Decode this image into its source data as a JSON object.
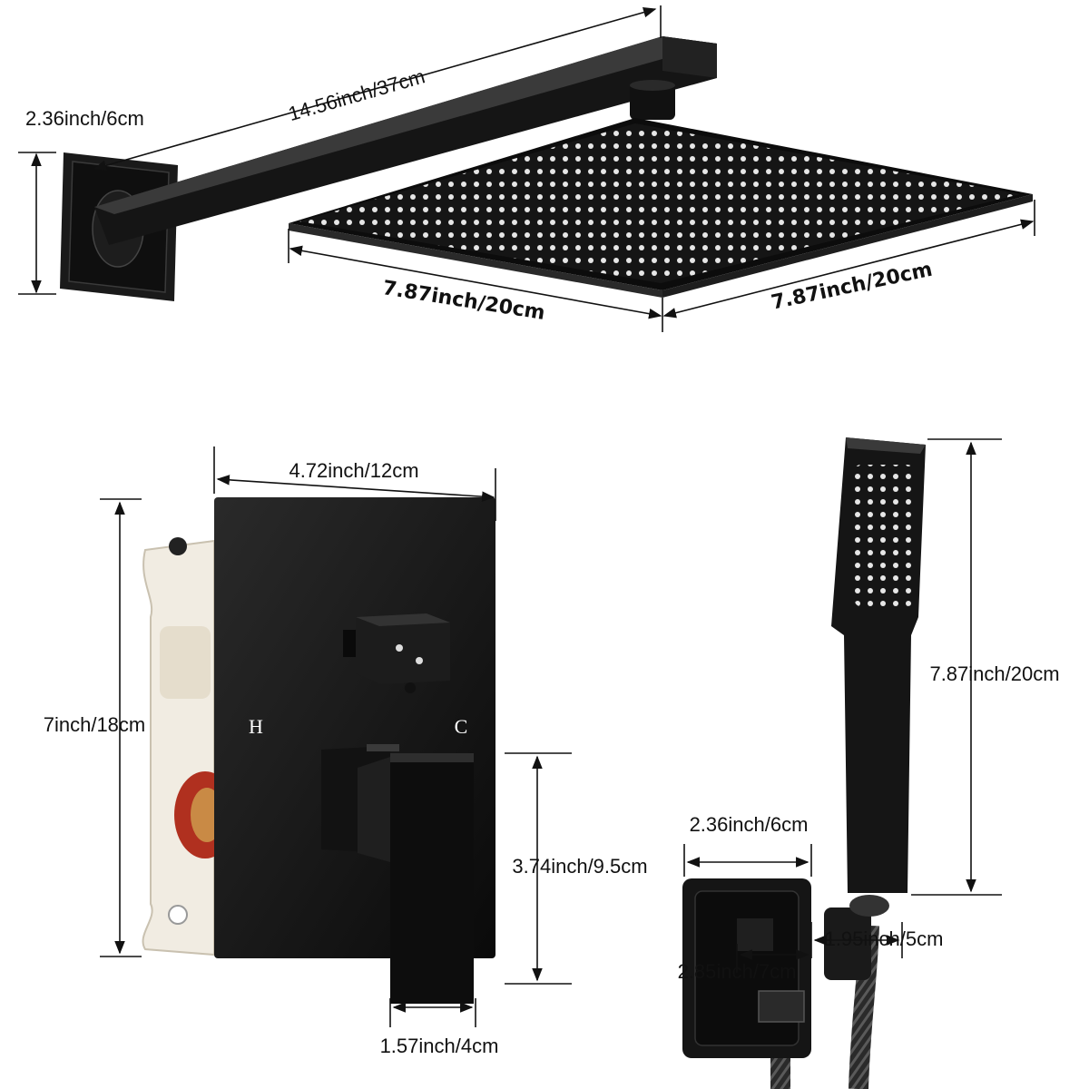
{
  "rain_shower": {
    "arm_length": "14.56inch/37cm",
    "flange_size": "2.36inch/6cm",
    "head_depth": "7.87inch/20cm",
    "head_width": "7.87inch/20cm"
  },
  "valve": {
    "plate_width": "4.72inch/12cm",
    "plate_height": "7inch/18cm",
    "handle_length": "3.74inch/9.5cm",
    "handle_width": "1.57inch/4cm",
    "hot_label": "H",
    "cold_label": "C"
  },
  "hand_shower": {
    "length": "7.87inch/20cm",
    "holder_width": "2.36inch/6cm",
    "holder_depth": "2.85inch/7cm",
    "holder_arm": "1.95inch/5cm"
  },
  "colors": {
    "product": "#141414",
    "background": "#ffffff",
    "rough_in_body": "#f1ece2",
    "seal_ring": "#b0301f",
    "brass": "#c98a45"
  }
}
